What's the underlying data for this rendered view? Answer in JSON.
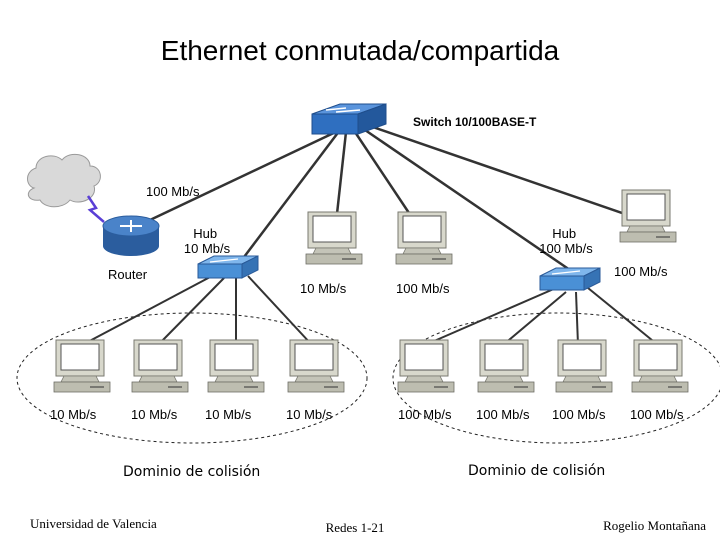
{
  "title": "Ethernet conmutada/compartida",
  "switch_label": "Switch 10/100BASE-T",
  "router_label": "Router",
  "link_router_switch": "100 Mb/s",
  "hub_left_label": "Hub\n10 Mb/s",
  "hub_right_label": "Hub\n100 Mb/s",
  "link_pc_top1": "10 Mb/s",
  "link_pc_top2": "100 Mb/s",
  "link_hub_right": "100 Mb/s",
  "left_pcs": [
    "10 Mb/s",
    "10 Mb/s",
    "10 Mb/s",
    "10 Mb/s"
  ],
  "right_pcs": [
    "100 Mb/s",
    "100 Mb/s",
    "100 Mb/s",
    "100 Mb/s"
  ],
  "collision_left": "Dominio de colisión",
  "collision_right": "Dominio de colisión",
  "footer": {
    "left": "Universidad de Valencia",
    "center": "Redes 1-21",
    "right": "Rogelio Montañana"
  },
  "colors": {
    "switch": "#2f6fc0",
    "router": "#3a6fb5",
    "hub": "#4a90d6",
    "pc_body": "#d4d4c8",
    "link": "#333333",
    "serial": "#5a3fd6"
  },
  "icons": [
    "cloud-icon",
    "router-icon",
    "switch-icon",
    "hub-icon",
    "pc-icon"
  ]
}
